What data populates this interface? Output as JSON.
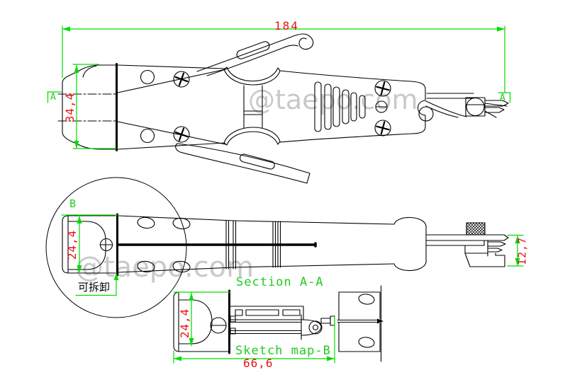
{
  "colors": {
    "line": "#000000",
    "dimension_line": "#00dd00",
    "dimension_text": "#e81313",
    "annotation_green": "#22cc22",
    "watermark": "#c9c9c9",
    "background": "#ffffff"
  },
  "top_view": {
    "dim_length": "184",
    "dim_width": "34,4",
    "section_marker_left": "A",
    "section_marker_right": "A"
  },
  "detail_b": {
    "label": "B",
    "dim_height": "24,4",
    "note": "可拆卸"
  },
  "section_aa": {
    "title": "Section A-A",
    "dim_tip_height": "12,7"
  },
  "sketch_b": {
    "title": "Sketch map-B",
    "dim_height": "24,4",
    "dim_length": "66,6"
  },
  "watermark": {
    "text": "@taepo.com"
  }
}
